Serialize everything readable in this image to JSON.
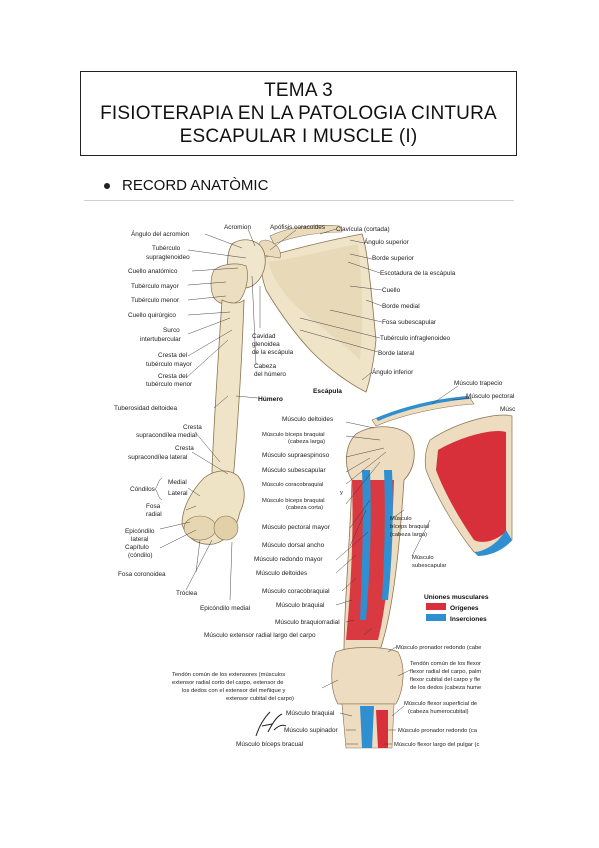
{
  "header": {
    "title_line1": "TEMA 3",
    "title_line2": "FISIOTERAPIA EN LA PATOLOGIA CINTURA",
    "title_line3": "ESCAPULAR I MUSCLE (I)"
  },
  "section": {
    "title": "RECORD ANATÒMIC"
  },
  "figure1": {
    "labels": {
      "angulo_acromion": "Ángulo del acromion",
      "acromion": "Acromion",
      "apofisis": "Apófisis coracoides",
      "clavicula": "Clavícula (cortada)",
      "tuberculo_supraglenoideo": "Tubérculo",
      "tuberculo_supraglenoideo2": "supraglenoideo",
      "angulo_superior": "Ángulo superior",
      "borde_superior": "Borde superior",
      "cuello_anatomico": "Cuello anatómico",
      "escotadura": "Escotadura de la escápula",
      "tuberculo_mayor": "Tubérculo mayor",
      "cuello": "Cuello",
      "tuberculo_menor": "Tubérculo menor",
      "borde_medial": "Borde medial",
      "cuello_quirurgico": "Cuello quirúrgico",
      "fosa_subescapular": "Fosa subescapular",
      "surco1": "Surco",
      "surco2": "intertubercular",
      "cavidad1": "Cavidad",
      "cavidad2": "glenoidea",
      "cavidad3": "de la escápula",
      "tuberculo_infraglenoideo": "Tubérculo infraglenoideo",
      "cresta_mayor1": "Cresta del",
      "cresta_mayor2": "tubérculo mayor",
      "borde_lateral": "Borde lateral",
      "cabeza1": "Cabeza",
      "cabeza2": "del húmero",
      "angulo_inferior": "Ángulo inferior",
      "cresta_menor1": "Cresta del",
      "cresta_menor2": "tubérculo menor",
      "escapula": "Escápula",
      "humero": "Húmero",
      "tuberosidad": "Tuberosidad deltoidea",
      "cresta_sup_medial1": "Cresta",
      "cresta_sup_medial2": "supracondílea medial",
      "cresta_sup_lateral1": "Cresta",
      "cresta_sup_lateral2": "supracondílea lateral",
      "condilos": "Cóndilos",
      "medial": "Medial",
      "lateral": "Lateral",
      "fosa_radial1": "Fosa",
      "fosa_radial2": "radial",
      "epicondilo_lateral1": "Epicóndilo",
      "epicondilo_lateral2": "lateral",
      "capitulo1": "Capítulo",
      "capitulo2": "(cóndilo)",
      "fosa_coronoidea": "Fosa coronoidea",
      "troclea": "Tróclea",
      "epicondilo_medial": "Epicóndilo medial"
    }
  },
  "figure2": {
    "legend": {
      "title": "Uniones musculares",
      "origenes": "Orígenes",
      "inserciones": "Inserciones",
      "color_origenes": "#d8303a",
      "color_inserciones": "#2f8fd0"
    },
    "labels": {
      "trapecio": "Músculo trapecio",
      "pectoral": "Músculo pectoral",
      "musc": "Músc",
      "deltoides_top": "Músculo deltoides",
      "biceps_largo1": "Músculo bíceps braquial",
      "biceps_largo2": "(cabeza larga)",
      "supraespinoso": "Músculo supraespinoso",
      "subescapular": "Músculo subescapular",
      "coracobraquial_top": "Músculo coracobraquial",
      "y": "y",
      "biceps_corta1": "Músculo bíceps braquial",
      "biceps_corta2": "(cabeza corta)",
      "biceps_right1": "Músculo",
      "biceps_right2": "bíceps braquial",
      "biceps_right3": "(cabeza larga)",
      "pectoral_mayor": "Músculo pectoral mayor",
      "dorsal_ancho": "Músculo dorsal ancho",
      "subescapular_right1": "Músculo",
      "subescapular_right2": "subescapular",
      "redondo_mayor": "Músculo redondo mayor",
      "deltoides": "Músculo deltoides",
      "coracobraquial": "Músculo coracobraquial",
      "braquial": "Músculo braquial",
      "braquiorradial": "Músculo braquiorradial",
      "extensor_radial": "Músculo extensor radial largo del carpo",
      "pronador_redondo_top": "Músculo pronador redondo (cabe",
      "tendon_ext1": "Tendón común de los extensores (músculos",
      "tendon_ext2": "extensor radial corto del carpo, extensor de",
      "tendon_ext3": "los dedos con el extensor del meñique y",
      "tendon_ext4": "extensor cubital del carpo)",
      "tendon_flex1": "Tendón común de los flexor",
      "tendon_flex2": "flexor radial del carpo, palm",
      "tendon_flex3": "flexor cubital del carpo y fle",
      "tendon_flex4": "de los dedos (cabeza hume",
      "braquial_bottom": "Músculo braquial",
      "flexor_superficial1": "Músculo flexor superficial de",
      "flexor_superficial2": "(cabeza humerocubital)",
      "supinador": "Músculo supinador",
      "pronador_redondo_bottom": "Músculo pronador redondo (ca",
      "biceps_bracual": "Músculo bíceps bracual",
      "flexor_pulgar": "Músculo flexor largo del pulgar (c"
    }
  }
}
